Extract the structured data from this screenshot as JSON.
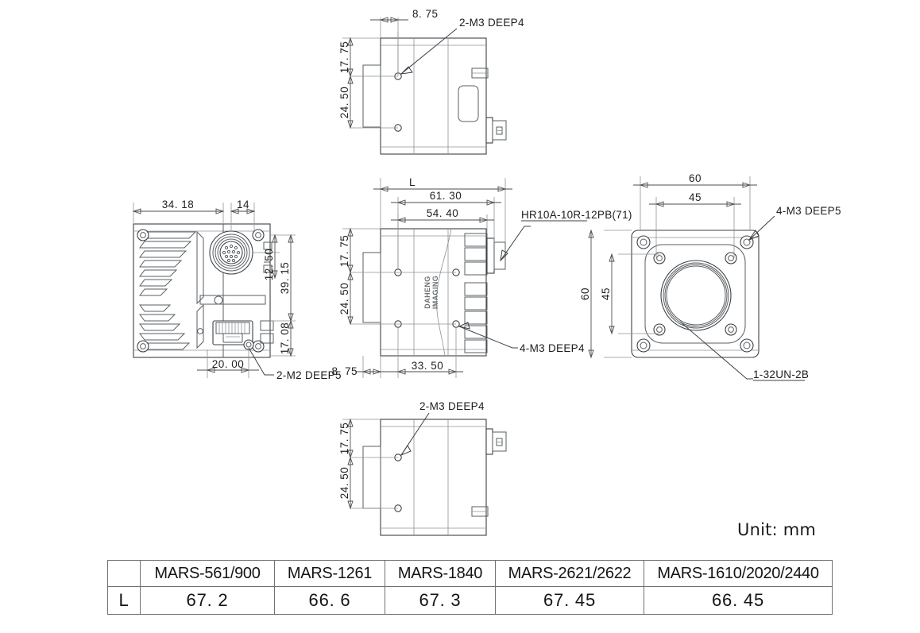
{
  "drawing": {
    "unit_note": "Unit: mm",
    "logo_text_1": "DAHENG",
    "logo_text_2": "IMAGING",
    "views": {
      "top": {
        "name": "top-view",
        "dims": [
          "8. 75",
          "17. 75",
          "24. 50"
        ],
        "callouts": [
          "2-M3  DEEP4"
        ]
      },
      "left": {
        "name": "left-side-view",
        "dims": [
          "34. 18",
          "14",
          "39. 15",
          "12. 50",
          "17. 08",
          "20. 00"
        ],
        "callouts": [
          "2-M2  DEEP5"
        ]
      },
      "center": {
        "name": "center-side-view",
        "dims": [
          "L",
          "61. 30",
          "54. 40",
          "17. 75",
          "24. 50",
          "8. 75",
          "33. 50"
        ],
        "callouts": [
          "HR10A-10R-12PB",
          "(71)",
          "4-M3  DEEP4"
        ]
      },
      "right": {
        "name": "front-face-view",
        "dims": [
          "60",
          "45",
          "60",
          "45"
        ],
        "callouts": [
          "4-M3  DEEP5",
          "1-32UN-2B"
        ]
      },
      "bottom": {
        "name": "bottom-view",
        "dims": [
          "17. 75",
          "24. 50"
        ],
        "callouts": [
          "2-M3  DEEP4"
        ]
      }
    }
  },
  "spec_table": {
    "row_label": "L",
    "corner_blank": "",
    "headers": [
      "MARS-561/900",
      "MARS-1261",
      "MARS-1840",
      "MARS-2621/2622",
      "MARS-1610/2020/2440"
    ],
    "values": [
      "67. 2",
      "66. 6",
      "67. 3",
      "67. 45",
      "66. 45"
    ]
  }
}
